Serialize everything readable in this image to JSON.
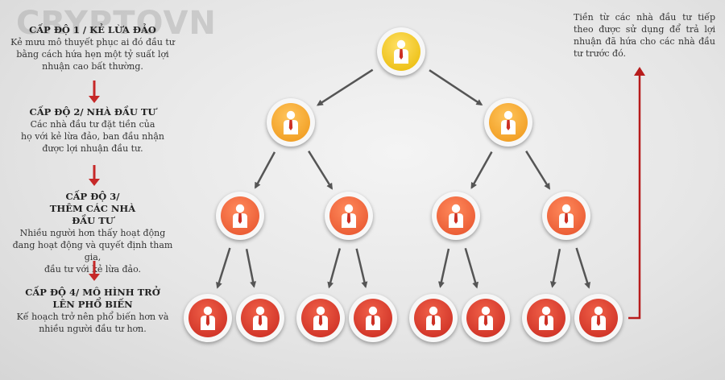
{
  "watermark": "CRYPTOVN",
  "steps": [
    {
      "title": "CẤP ĐỘ 1 / KẺ LỪA ĐẢO",
      "lines": [
        "Kẻ mưu mô thuyết phục ai đó đầu tư",
        "bằng cách hứa hẹn một tỷ suất lợi",
        "nhuận cao bất thường."
      ]
    },
    {
      "title": "CẤP ĐỘ 2/ NHÀ ĐẦU TƯ",
      "lines": [
        "Các nhà đầu tư đặt tiền của",
        "họ với kẻ lừa đảo, ban đầu nhận",
        "được lợi nhuận đầu tư."
      ]
    },
    {
      "title": "CẤP ĐỘ 3/ THÊM CÁC NHÀ ĐẦU TƯ",
      "lines": [
        "Nhiều người hơn thấy hoạt động",
        "đang hoạt động và quyết định tham gia,",
        "đầu tư với kẻ lừa đảo."
      ]
    },
    {
      "title": "CẤP ĐỘ 4/ MÔ HÌNH TRỞ LÊN PHỔ BIẾN",
      "lines": [
        "Kế hoạch trở nên phổ biến hơn và",
        "nhiều người đầu tư hơn."
      ]
    }
  ],
  "note": "Tiền từ các nhà đầu tư tiếp theo được sử dụng để trả lợi nhuận đã hứa cho các nhà đầu tư trước đó.",
  "colors": {
    "level1": "#f1c40f",
    "level2": "#f39c12",
    "level3": "#e8562b",
    "level4": "#cc2e23",
    "step_arrow": "#c62828",
    "tree_arrow": "#555555",
    "return_line": "#b71c1c"
  },
  "icons": {
    "node": "person-icon",
    "step_connector": "arrow-down-icon",
    "return_path": "arrow-up-icon"
  }
}
